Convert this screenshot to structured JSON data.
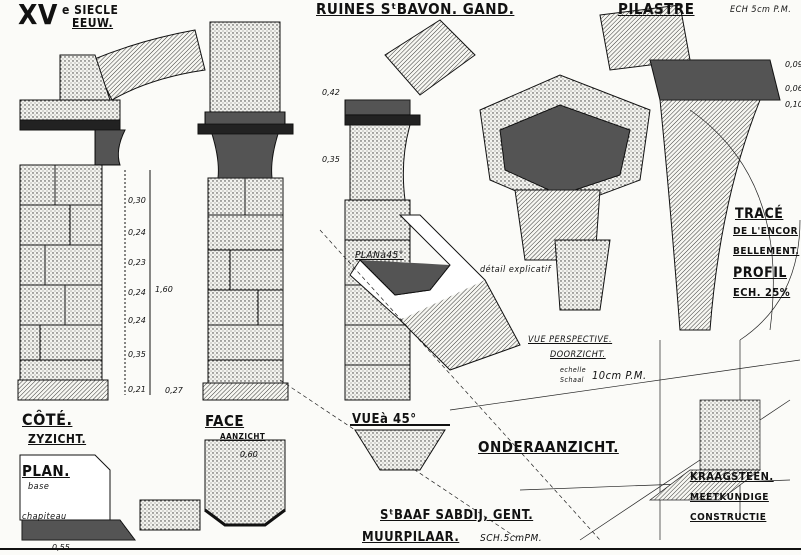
{
  "titles": {
    "century": "XV",
    "century_suffix_1": "e SIECLE",
    "century_suffix_2": "EEUW.",
    "main": "RUINES SᵗBAVON. GAND.",
    "pilastre": "PILASTRE",
    "pilastre_scale": "ECH 5cm P.M.",
    "cote": "CÔTÉ.",
    "zyzicht": "ZYZICHT.",
    "face": "FACE",
    "aanzicht": "AANZICHT",
    "plan": "PLAN.",
    "plan45": "PLANà45°",
    "vue45": "VUEà 45°",
    "onderaanzicht": "ONDERAANZICHT.",
    "detail": "détail explicatif",
    "vue_perspective": "VUE PERSPECTIVE.",
    "doorzicht": "DOORZICHT.",
    "echelle": "echelle",
    "schaal": "Schaal",
    "scale_value": "10cm P.M.",
    "trace": "TRACÉ",
    "trace_2": "DE L'ENCOR",
    "trace_3": "BELLEMENT.",
    "profil": "PROFIL",
    "profil_scale": "ECH. 25%",
    "kraagsteen": "KRAAGSTEEN.",
    "meetkundige": "MEETKUNDIGE",
    "constructie": "CONSTRUCTIE",
    "abbey": "SᵗBAAF SABDIJ, GENT.",
    "muurpilaar": "MUURPILAAR.",
    "muurpilaar_scale": "SCH.5cmPM.",
    "base_label": "base",
    "chapiteau": "chapiteau"
  },
  "dimensions": {
    "d_030": "0,30",
    "d_024a": "0,24",
    "d_023": "0,23",
    "d_024b": "0,24",
    "d_024c": "0,24",
    "d_035": "0,35",
    "d_021": "0,21",
    "d_160": "1,60",
    "d_027": "0,27",
    "d_042": "0,42",
    "d_035b": "0,35",
    "d_060": "0,60",
    "d_055": "0,55",
    "d_009": "0,09",
    "d_006": "0,06",
    "d_010": "0,10"
  }
}
